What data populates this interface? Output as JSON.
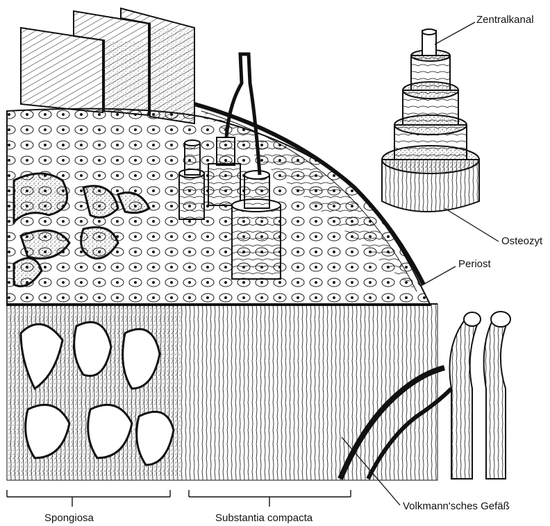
{
  "labels": {
    "zentralkanal": "Zentralkanal",
    "osteozyt": "Osteozyt",
    "periost": "Periost",
    "volkmann": "Volkmann'sches Gefäß",
    "spongiosa": "Spongiosa",
    "compacta": "Substantia compacta"
  },
  "colors": {
    "ink": "#111111",
    "paper": "#ffffff",
    "stipple": "#555555"
  }
}
